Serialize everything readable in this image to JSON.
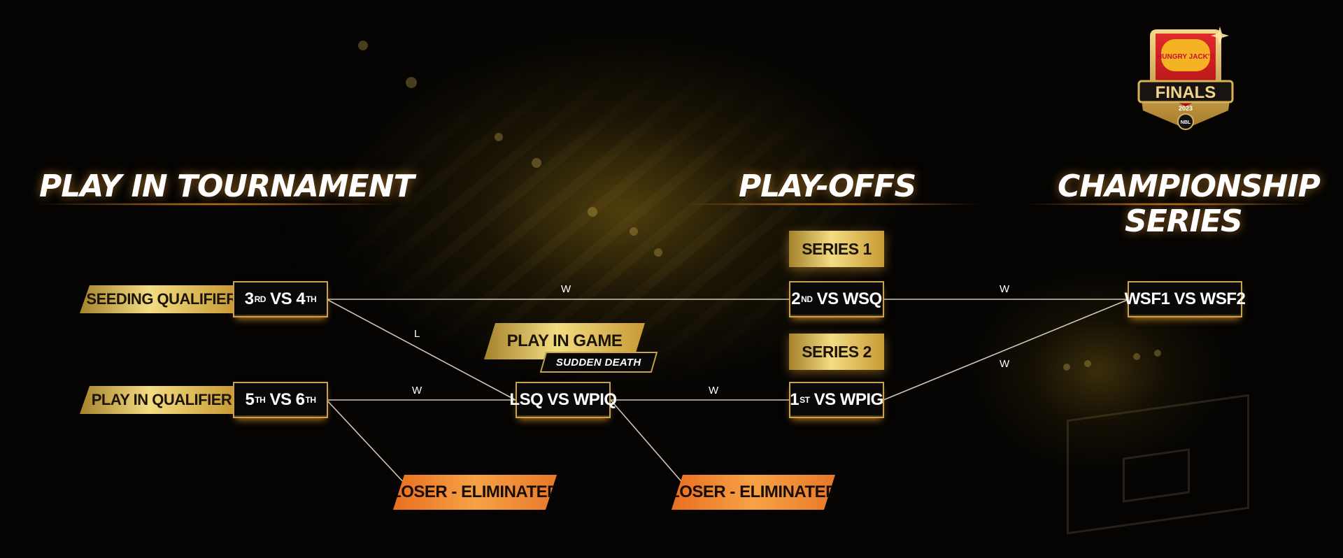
{
  "colors": {
    "background": "#050403",
    "gold": "#c9a24c",
    "gold_light": "#f3dc82",
    "orange": "#f28a35",
    "line": "#cfc7b4",
    "text": "#ffffff"
  },
  "logo": {
    "icon": "finals-shield-logo",
    "brand_text": "HUNGRY JACK'S",
    "event_text": "FINALS",
    "year": "2023",
    "league_text": "NBL"
  },
  "sections": {
    "play_in": "PLAY IN TOURNAMENT",
    "play_offs": "PLAY-OFFS",
    "championship_line1": "CHAMPIONSHIP",
    "championship_line2": "SERIES"
  },
  "tags": {
    "seeding_qualifier": "SEEDING QUALIFIER",
    "play_in_qualifier": "PLAY IN QUALIFIER",
    "play_in_game": "PLAY IN GAME",
    "sudden_death": "SUDDEN DEATH",
    "series_1": "SERIES 1",
    "series_2": "SERIES 2",
    "loser_eliminated_1": "LOSER - ELIMINATED",
    "loser_eliminated_2": "LOSER - ELIMINATED"
  },
  "matches": {
    "m3v4": {
      "a": "3",
      "a_sup": "RD",
      "vs": " VS ",
      "b": "4",
      "b_sup": "TH"
    },
    "m5v6": {
      "a": "5",
      "a_sup": "TH",
      "vs": " VS ",
      "b": "6",
      "b_sup": "TH"
    },
    "lsq": {
      "label": "LSQ VS WPIQ"
    },
    "m2wsq": {
      "a": "2",
      "a_sup": "ND",
      "vs": " VS WSQ"
    },
    "m1wpig": {
      "a": "1",
      "a_sup": "ST",
      "vs": " VS WPIG"
    },
    "final": {
      "label": "WSF1 VS WSF2"
    }
  },
  "results": {
    "top_w": "W",
    "top_l": "L",
    "mid_w": "W",
    "lsq_w": "W",
    "s1_w": "W",
    "s2_w": "W"
  }
}
